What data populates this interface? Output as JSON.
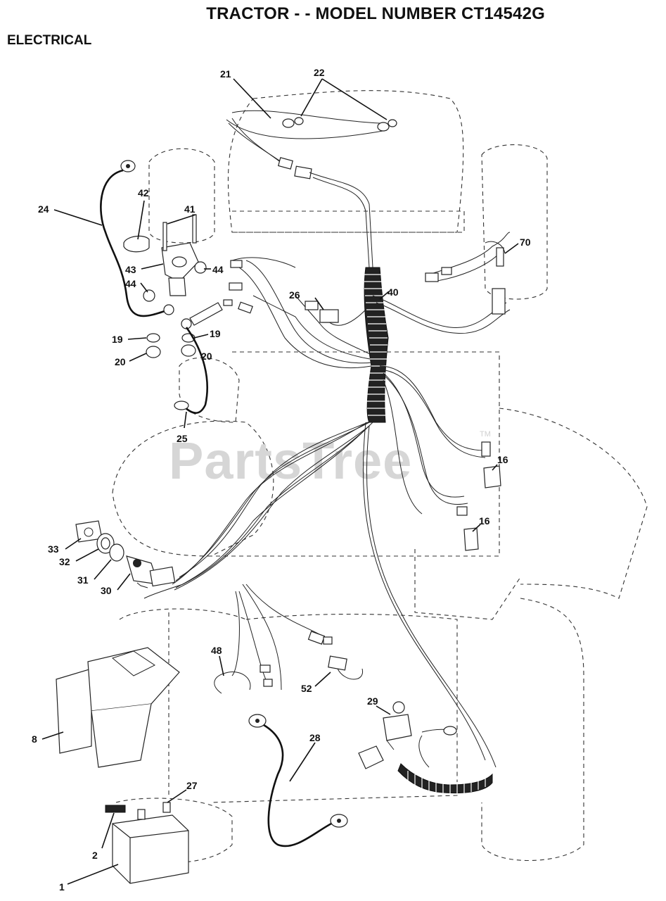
{
  "header": {
    "title": "TRACTOR - - MODEL NUMBER CT14542G",
    "section": "ELECTRICAL"
  },
  "watermark": {
    "text": "PartsTree",
    "trademark": "TM"
  },
  "callouts": {
    "c1": "1",
    "c2": "2",
    "c8": "8",
    "c16a": "16",
    "c16b": "16",
    "c19a": "19",
    "c19b": "19",
    "c20a": "20",
    "c20b": "20",
    "c21": "21",
    "c22": "22",
    "c24": "24",
    "c25": "25",
    "c26": "26",
    "c27": "27",
    "c28": "28",
    "c29": "29",
    "c30": "30",
    "c31": "31",
    "c32": "32",
    "c33": "33",
    "c40": "40",
    "c41": "41",
    "c42": "42",
    "c43": "43",
    "c44a": "44",
    "c44b": "44",
    "c48": "48",
    "c52": "52",
    "c70": "70"
  },
  "colors": {
    "ink": "#111111",
    "watermark": "#d6d6d6",
    "background": "#ffffff"
  }
}
